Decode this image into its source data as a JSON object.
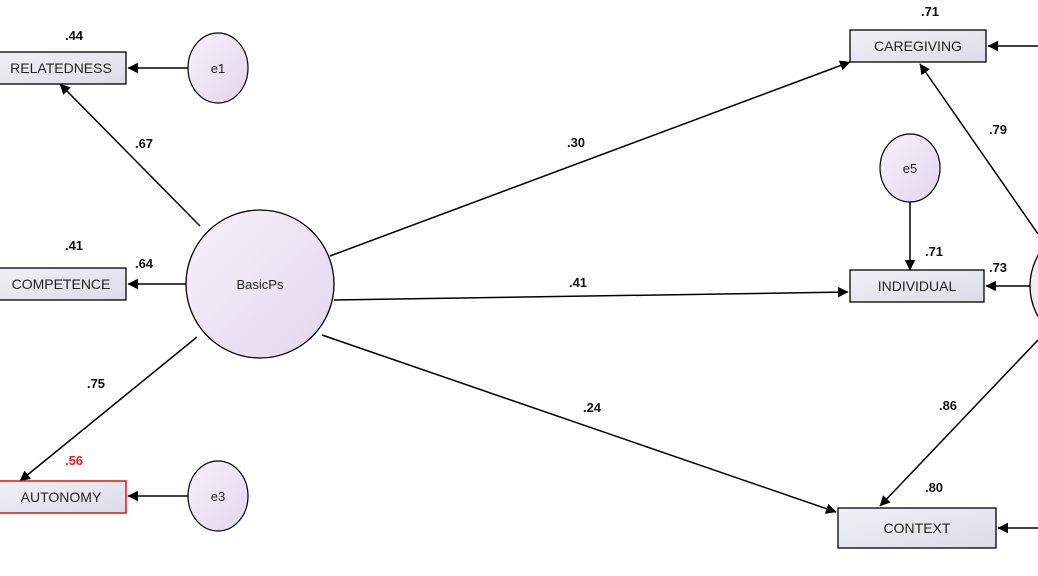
{
  "nodes": {
    "relatedness": {
      "label": "RELATEDNESS",
      "r2": ".44"
    },
    "competence": {
      "label": "COMPETENCE",
      "r2": ".41"
    },
    "autonomy": {
      "label": "AUTONOMY",
      "r2": ".56"
    },
    "caregiving": {
      "label": "CAREGIVING",
      "r2": ".71"
    },
    "individual": {
      "label": "INDIVIDUAL",
      "r2": ".71"
    },
    "context": {
      "label": "CONTEXT",
      "r2": ".80"
    },
    "basicps": {
      "label": "BasicPs"
    },
    "e1": {
      "label": "e1"
    },
    "e3": {
      "label": "e3"
    },
    "e5": {
      "label": "e5"
    }
  },
  "paths": {
    "basicps_relatedness": ".67",
    "basicps_competence": ".64",
    "basicps_autonomy": ".75",
    "basicps_caregiving": ".30",
    "basicps_individual": ".41",
    "basicps_context": ".24",
    "right_caregiving": ".79",
    "right_individual": ".73",
    "right_context": ".86"
  },
  "colors": {
    "box_fill": "#e4e4ee",
    "latent_fill": "#ece3f3",
    "highlight_border": "#e02020",
    "highlight_text": "#e02020"
  }
}
